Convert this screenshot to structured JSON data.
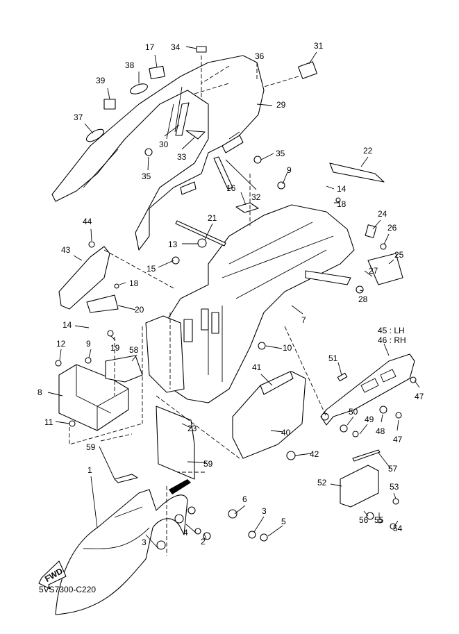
{
  "diagram_code": "5VS7300-C220",
  "fwd_badge": "FWD",
  "labels": [
    "17",
    "34",
    "36",
    "31",
    "38",
    "39",
    "37",
    "29",
    "30",
    "33",
    "35",
    "35",
    "22",
    "9",
    "14",
    "18",
    "16",
    "32",
    "24",
    "26",
    "25",
    "27",
    "28",
    "21",
    "13",
    "15",
    "44",
    "43",
    "18",
    "20",
    "14",
    "19",
    "12",
    "9",
    "58",
    "7",
    "10",
    "45 : LH",
    "46 : RH",
    "51",
    "47",
    "41",
    "8",
    "11",
    "50",
    "49",
    "48",
    "47",
    "23",
    "40",
    "59",
    "59",
    "42",
    "57",
    "1",
    "53",
    "52",
    "6",
    "3",
    "5",
    "56",
    "55",
    "54",
    "4",
    "2",
    "3"
  ]
}
